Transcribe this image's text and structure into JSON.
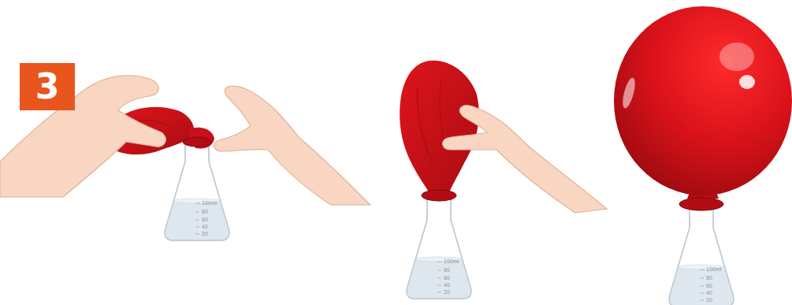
{
  "diagram": {
    "nodes": [
      {
        "text": [
          "3"
        ]
      }
    ],
    "labels": [
      "100ml",
      "80",
      "60",
      "40",
      "20",
      "100ml",
      "80",
      "60",
      "40",
      "20",
      "100ml",
      "80",
      "60",
      "40",
      "20"
    ]
  }
}
